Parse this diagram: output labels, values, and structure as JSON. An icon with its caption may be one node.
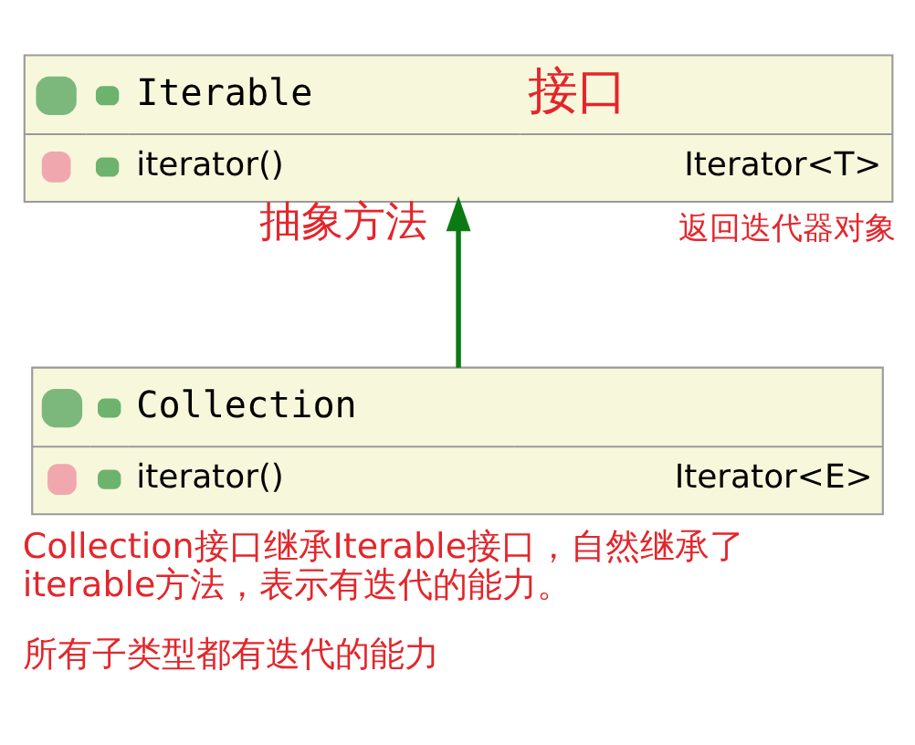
{
  "diagram": {
    "nodes": [
      {
        "text": [
          "Iterable",
          "接口",
          "iterator()",
          "Iterator<T>"
        ],
        "beside": [
          "抽象方法",
          "返回迭代器对象"
        ]
      },
      {
        "text": [
          "Collection",
          "iterator()",
          "Iterator<E>"
        ]
      }
    ],
    "edges": [
      {
        "from": 1,
        "to": 0,
        "arrow": "to",
        "color": "#0b7a12"
      }
    ],
    "labels": [
      "Collection接口继承Iterable接口，自然继承了iterable方法，表示有迭代的能力。",
      "所有子类型都有迭代的能力"
    ]
  }
}
